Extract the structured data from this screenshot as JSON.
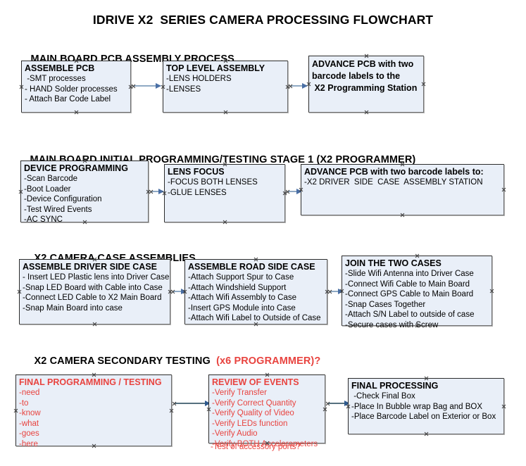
{
  "document": {
    "title": "IDRIVE X2  SERIES CAMERA PROCESSING FLOWCHART"
  },
  "colors": {
    "node_fill": "#e9eff8",
    "node_border": "#2b2b2b",
    "connector": "#8fa9c4",
    "arrow": "#4a6fa5",
    "accent_red": "#e8433f",
    "text": "#000000"
  },
  "sections": [
    {
      "heading": "MAIN BOARD PCB ASSEMBLY PROCESS",
      "heading_accent": "",
      "nodes": [
        {
          "title": "ASSEMBLE PCB",
          "items": [
            " -SMT processes",
            "- HAND Solder processes",
            "- Attach Bar Code Label"
          ]
        },
        {
          "title": "TOP LEVEL ASSEMBLY",
          "items": [
            "-LENS HOLDERS",
            "-LENSES"
          ]
        },
        {
          "title": "ADVANCE PCB with two\nbarcode labels to the\n X2 Programming Station",
          "items": []
        }
      ]
    },
    {
      "heading": "MAIN BOARD INITIAL PROGRAMMING/TESTING STAGE 1 (X2 PROGRAMMER)",
      "heading_accent": "",
      "nodes": [
        {
          "title": "DEVICE PROGRAMMING",
          "items": [
            "-Scan Barcode",
            "-Boot Loader",
            "-Device Configuration",
            "-Test Wired Events",
            "-AC SYNC"
          ]
        },
        {
          "title": "LENS FOCUS",
          "items": [
            "-FOCUS BOTH LENSES",
            "-GLUE LENSES"
          ]
        },
        {
          "title": "ADVANCE PCB with two barcode labels to:",
          "items": [
            "-X2 DRIVER  SIDE  CASE  ASSEMBLY STATION"
          ]
        }
      ]
    },
    {
      "heading": "X2 CAMERA CASE ASSEMBLIES",
      "heading_accent": "",
      "nodes": [
        {
          "title": "ASSEMBLE DRIVER SIDE CASE",
          "items": [
            "- Insert LED Plastic lens into Driver Case",
            "-Snap LED Board with Cable into Case",
            "-Connect LED Cable to X2 Main Board",
            "-Snap Main Board into case"
          ]
        },
        {
          "title": "ASSEMBLE ROAD SIDE CASE",
          "items": [
            "-Attach Support Spur to Case",
            "-Attach Windshield Support",
            "-Attach Wifi Assembly to Case",
            "-Insert GPS Module into Case",
            "-Attach Wifi Label to Outside of Case"
          ]
        },
        {
          "title": "JOIN THE TWO CASES",
          "items": [
            "-Slide Wifi Antenna into Driver Case",
            "-Connect Wifi Cable to Main Board",
            "-Connect GPS Cable to Main Board",
            "-Snap Cases Together",
            "-Attach S/N Label to outside of case",
            "-Secure cases with Screw"
          ]
        }
      ]
    },
    {
      "heading": "X2 CAMERA SECONDARY TESTING  ",
      "heading_accent": "(x6 PROGRAMMER)?",
      "nodes": [
        {
          "title": "FINAL PROGRAMMING / TESTING",
          "items": [
            "-need",
            "-to",
            "-know",
            "-what",
            "-goes",
            "-here"
          ]
        },
        {
          "title": "REVIEW OF EVENTS",
          "items": [
            "-Verify Transfer",
            "-Verify Correct Quantity",
            "-Verify Quality of Video",
            "-Verify LEDs function",
            "-Verify Audio",
            "-Verify BOTH Accelerometers"
          ],
          "overflow_item": "-Test of accessory ports?"
        },
        {
          "title": "FINAL PROCESSING",
          "items": [
            " -Check Final Box",
            "-Place In Bubble wrap Bag and BOX",
            "-Place Barcode Label on Exterior or Box"
          ]
        }
      ]
    }
  ]
}
